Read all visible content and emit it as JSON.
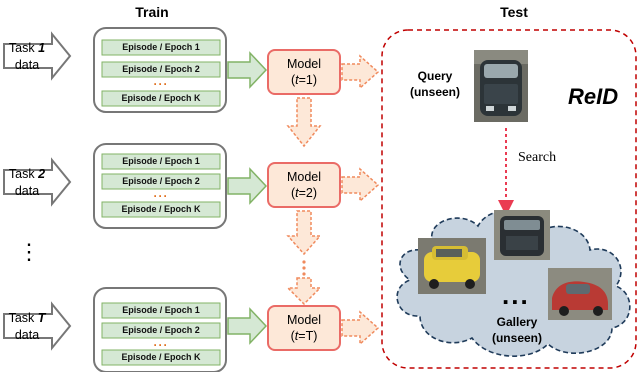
{
  "headers": {
    "train": "Train",
    "test": "Test"
  },
  "tasks": [
    {
      "prefix": "Task ",
      "index": "1",
      "suffix": "data"
    },
    {
      "prefix": "Task ",
      "index": "2",
      "suffix": "data"
    },
    {
      "prefix": "Task ",
      "index": "T",
      "suffix": "data"
    }
  ],
  "episodes": {
    "first": "Episode / Epoch 1",
    "second": "Episode / Epoch 2",
    "dots": "···",
    "last": "Episode / Epoch K"
  },
  "models": [
    {
      "name": "Model",
      "t": "t",
      "val": "=1)"
    },
    {
      "name": "Model",
      "t": "t",
      "val": "=2)"
    },
    {
      "name": "Model",
      "t": "t",
      "val": "=T)"
    }
  ],
  "vertical_dots": "⋮",
  "test": {
    "query_line1": "Query",
    "query_line2": "(unseen)",
    "reid": "ReID",
    "search": "Search",
    "gallery_line1": "Gallery",
    "gallery_line2": "(unseen)",
    "gallery_dots": "..."
  },
  "colors": {
    "episode_fill": "#d5e8d4",
    "episode_border": "#82b366",
    "model_fill": "#fde8d8",
    "model_border": "#ea6b66",
    "arrow_green_fill": "#d5e8d4",
    "arrow_green_border": "#82b366",
    "arrow_orange_fill": "#fde8d8",
    "arrow_orange_border": "#f08a5d",
    "test_border": "#c00000",
    "cloud_fill": "#c7d3df",
    "cloud_border": "#1f3b5a",
    "search_arrow": "#ea3b52"
  }
}
